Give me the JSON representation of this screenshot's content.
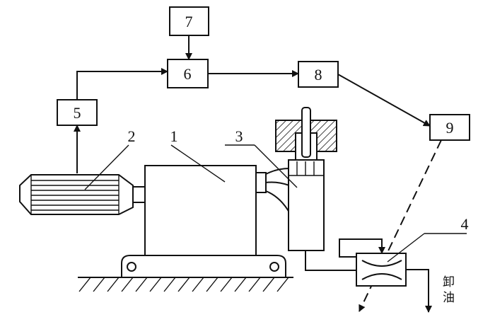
{
  "blocks": [
    {
      "id": "5",
      "label": "5"
    },
    {
      "id": "6",
      "label": "6"
    },
    {
      "id": "7",
      "label": "7"
    },
    {
      "id": "8",
      "label": "8"
    },
    {
      "id": "9",
      "label": "9"
    }
  ],
  "parts": [
    {
      "id": "1",
      "label": "1"
    },
    {
      "id": "2",
      "label": "2"
    },
    {
      "id": "3",
      "label": "3"
    },
    {
      "id": "4",
      "label": "4"
    }
  ],
  "oil_unload_label": "卸油"
}
